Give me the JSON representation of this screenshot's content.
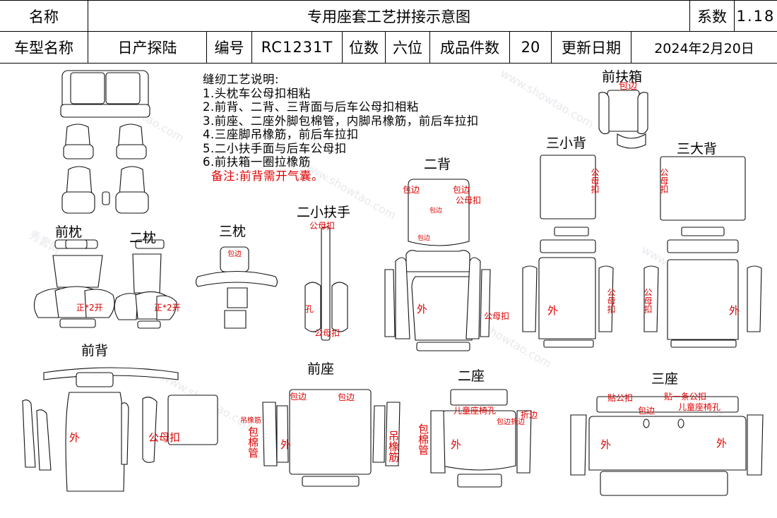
{
  "header": {
    "name_label": "名称",
    "doc_title": "专用座套工艺拼接示意图",
    "coef_label": "系数",
    "coef_value": "1.18",
    "model_label": "车型名称",
    "model_value": "日产探陆",
    "code_label": "编号",
    "code_value": "RC1231T",
    "seats_label": "位数",
    "seats_value": "六位",
    "pieces_label": "成品件数",
    "pieces_value": "20",
    "date_label": "更新日期",
    "date_value": "2024年2月20日"
  },
  "notes": {
    "heading": "缝纫工艺说明:",
    "items": [
      "1.头枕车公母扣相粘",
      "2.前背、二背、三背面与后车公母扣相粘",
      "3.前座、二座外脚包棉管，内脚吊橡筋，前后车拉扣",
      "4.三座脚吊橡筋，前后车拉扣",
      "5.二小扶手面与后车公母扣",
      "6.前扶箱一圈拉橡筋"
    ],
    "remark": "备注:前背需开气囊。"
  },
  "sections": {
    "front_headrest": "前枕",
    "second_headrest": "二枕",
    "third_headrest": "三枕",
    "second_armrest": "二小扶手",
    "second_back": "二背",
    "front_armbox": "前扶箱",
    "third_small_back": "三小背",
    "third_big_back": "三大背",
    "front_back": "前背",
    "front_seat": "前座",
    "second_seat": "二座",
    "third_seat": "三座"
  },
  "labels": {
    "wrap_edge": "包边",
    "snap": "公母扣",
    "outer": "外",
    "positive_open": "正*2开",
    "hang_elastic": "吊橡筋",
    "wrap_tube": "包棉管",
    "child_hole": "儿童座椅孔",
    "fold_edge": "折边",
    "wrap_fold": "包边折边",
    "stick_snap": "贴公扣",
    "stick_one_snap": "贴一条公扣",
    "hole": "孔",
    "vertical_snap": "公母扣"
  },
  "watermark": {
    "cn": "秀套网",
    "en": "www.showtao.com"
  },
  "colors": {
    "annotation": "#e00000",
    "outline": "#111111",
    "watermark": "#e9e9ee"
  }
}
